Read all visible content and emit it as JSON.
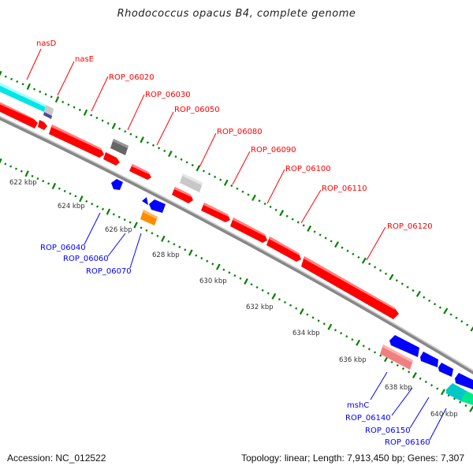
{
  "title": "Rhodococcus opacus B4, complete genome",
  "footer": {
    "accession": "Accession: NC_012522",
    "summary": "Topology: linear; Length: 7,913,450 bp; Genes: 7,307"
  },
  "colors": {
    "forward_label": "#ff0000",
    "reverse_label": "#0000ff",
    "tick": "#008000",
    "backbone": "#999999"
  },
  "scale": {
    "unit": "kbp",
    "labels": [
      "622 kbp",
      "624 kbp",
      "626 kbp",
      "628 kbp",
      "630 kbp",
      "632 kbp",
      "634 kbp",
      "636 kbp",
      "638 kbp",
      "640 kbp"
    ]
  },
  "genes_forward_labels": [
    "nasD",
    "nasE",
    "ROP_06020",
    "ROP_06030",
    "ROP_06050",
    "ROP_06080",
    "ROP_06090",
    "ROP_06100",
    "ROP_06110",
    "ROP_06120"
  ],
  "genes_reverse_labels": [
    "ROP_06040",
    "ROP_06060",
    "ROP_06070",
    "mshC",
    "ROP_06140",
    "ROP_06150",
    "ROP_06160"
  ],
  "features": [
    {
      "name": "nasD",
      "strand": "+",
      "color": "#00e5e5",
      "track": "outer"
    },
    {
      "name": "nasE",
      "strand": "+",
      "color": "#ff0000",
      "track": "inner"
    },
    {
      "name": "ROP_06020",
      "strand": "+",
      "color": "#ff0000",
      "track": "inner"
    },
    {
      "name": "ROP_06030",
      "strand": "+",
      "color": "#666666",
      "track": "outer"
    },
    {
      "name": "ROP_06050",
      "strand": "+",
      "color": "#ff0000",
      "track": "inner"
    },
    {
      "name": "ROP_06080",
      "strand": "+",
      "color": "#c8c8c8",
      "track": "outer"
    },
    {
      "name": "ROP_06090",
      "strand": "+",
      "color": "#ff0000",
      "track": "inner"
    },
    {
      "name": "ROP_06100",
      "strand": "+",
      "color": "#ff0000",
      "track": "inner"
    },
    {
      "name": "ROP_06110",
      "strand": "+",
      "color": "#ff0000",
      "track": "inner"
    },
    {
      "name": "ROP_06120",
      "strand": "+",
      "color": "#ff0000",
      "track": "inner"
    },
    {
      "name": "ROP_06040",
      "strand": "-",
      "color": "#0000ff",
      "track": "outer"
    },
    {
      "name": "ROP_06060",
      "strand": "-",
      "color": "#0000ff",
      "track": "inner"
    },
    {
      "name": "ROP_06070",
      "strand": "-",
      "color": "#ff8c00",
      "track": "outer"
    },
    {
      "name": "mshC",
      "strand": "-",
      "color": "#f08080",
      "track": "outer"
    },
    {
      "name": "ROP_06140",
      "strand": "-",
      "color": "#0000ff",
      "track": "inner"
    },
    {
      "name": "ROP_06150",
      "strand": "-",
      "color": "#0000ff",
      "track": "inner"
    },
    {
      "name": "ROP_06160",
      "strand": "-",
      "color": "#00c8c8",
      "track": "outer"
    }
  ]
}
